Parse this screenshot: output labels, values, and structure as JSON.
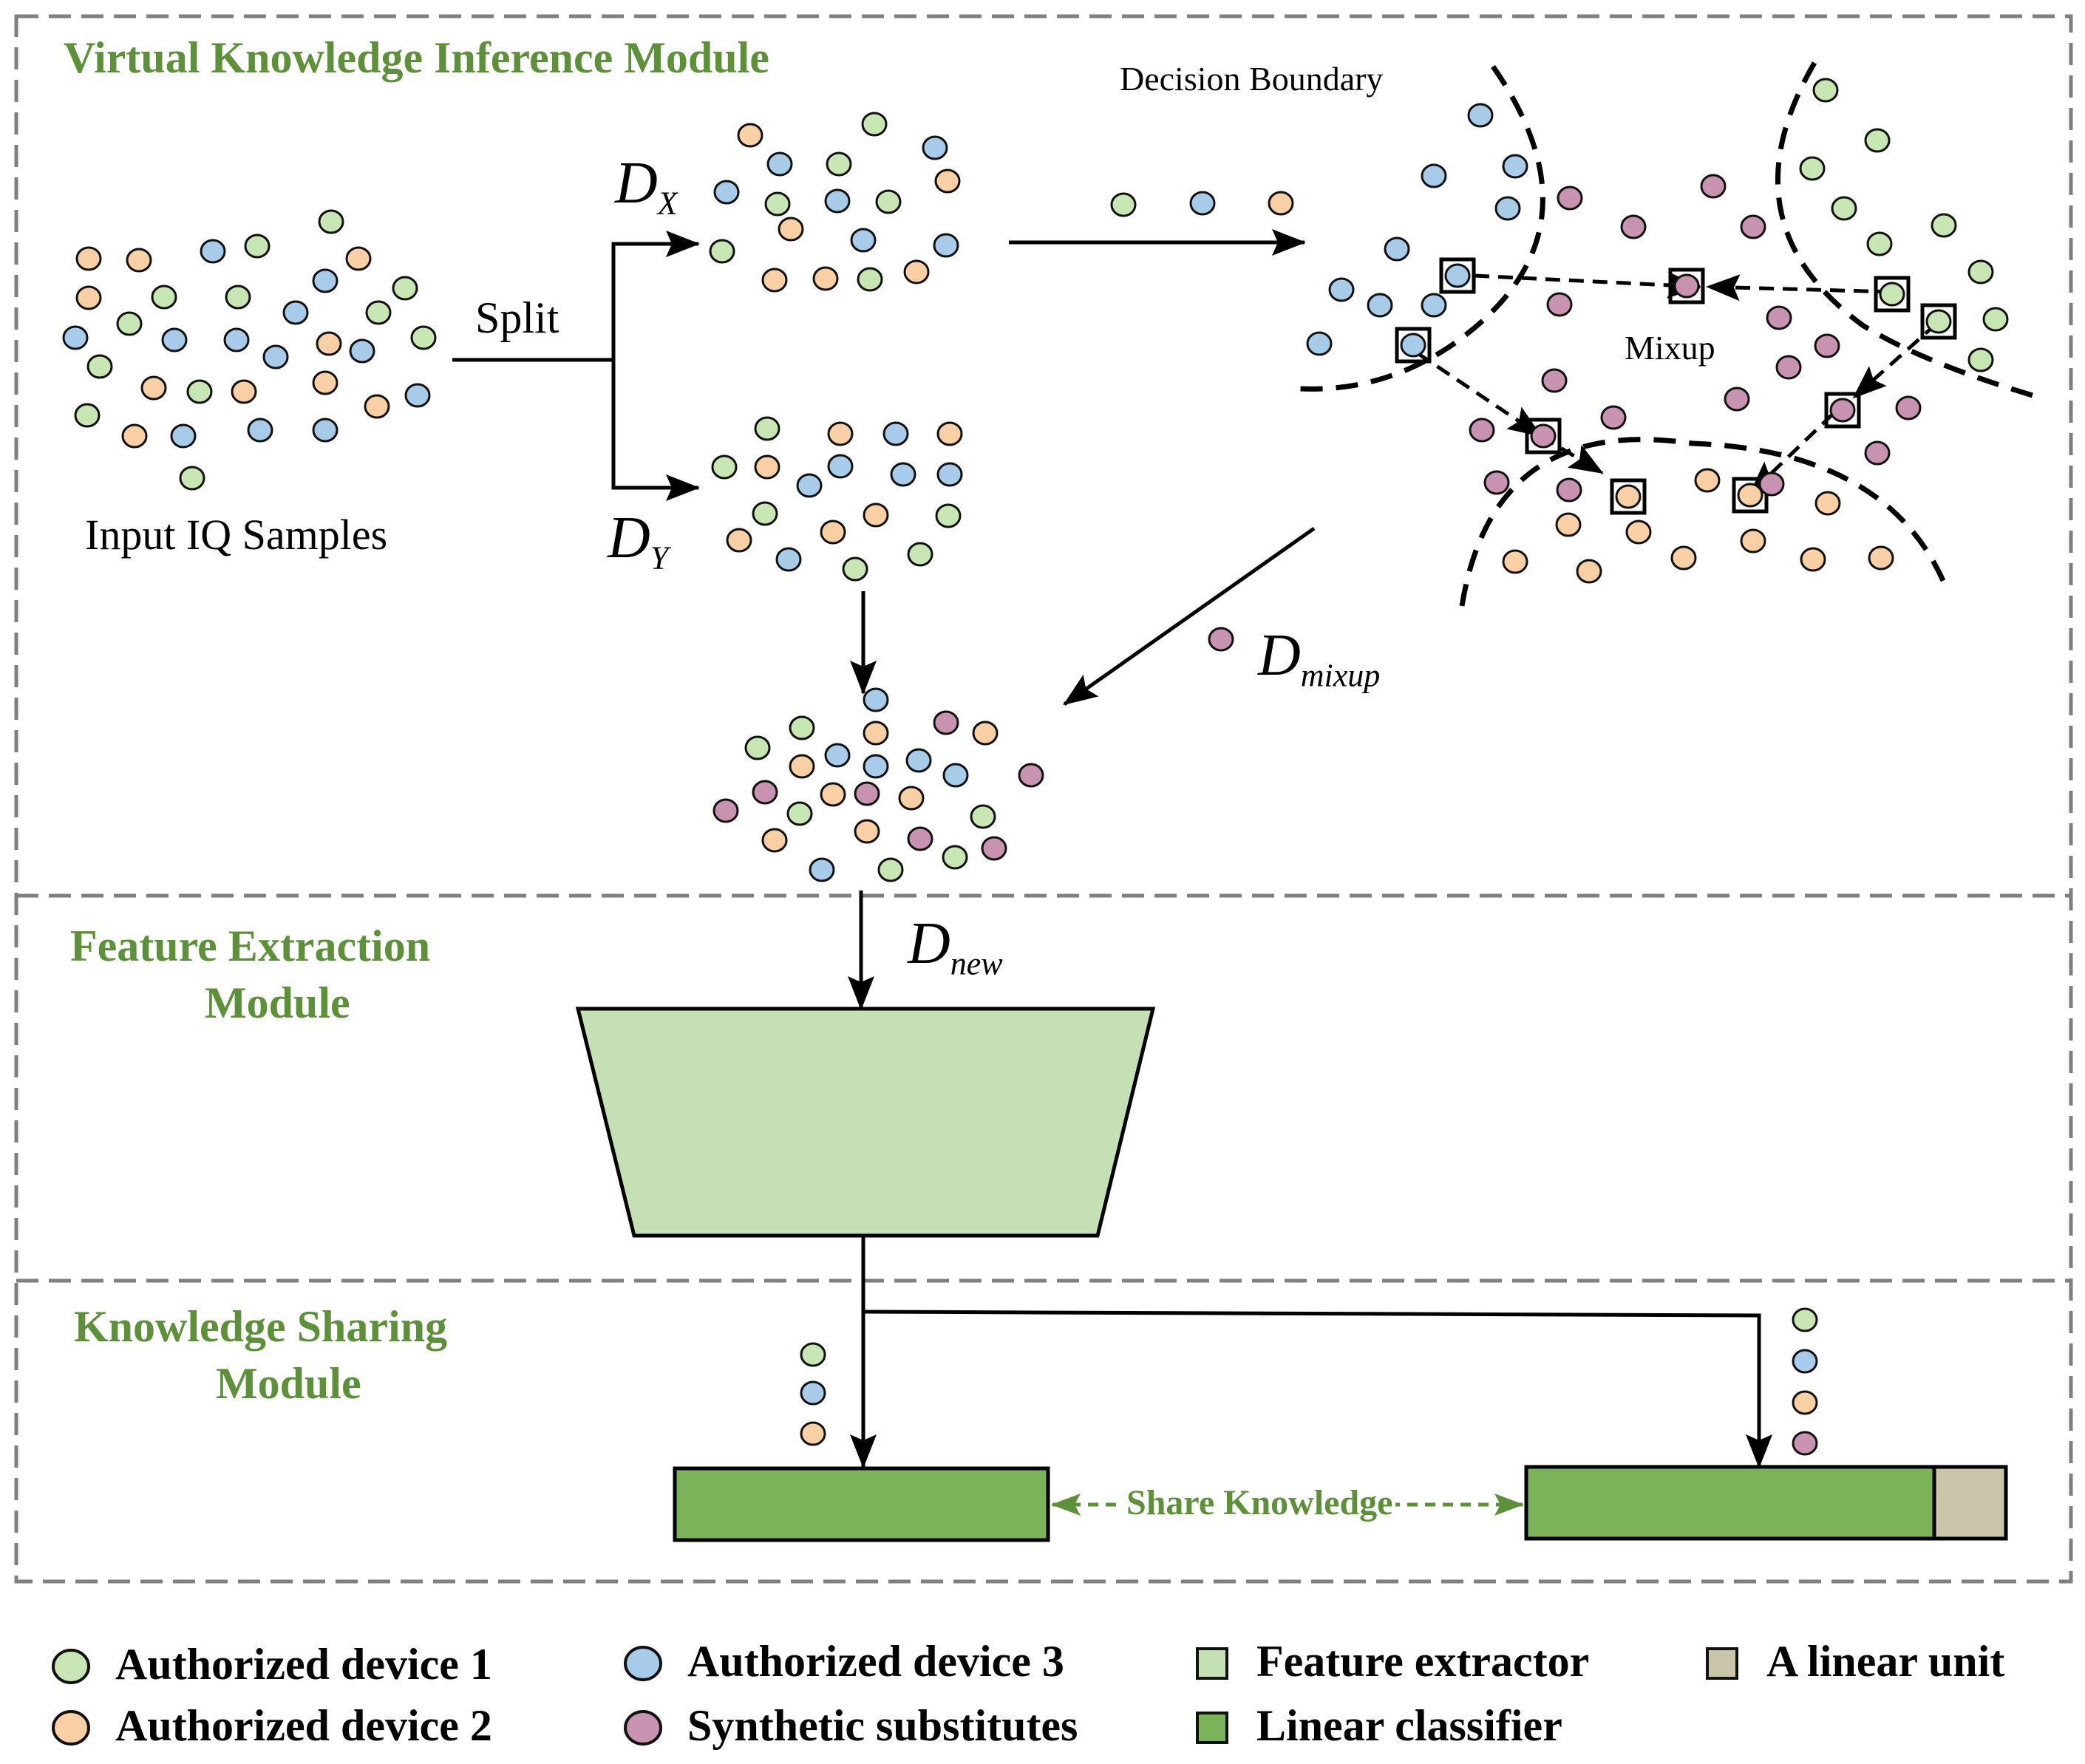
{
  "colors": {
    "device1": "#c8e6b4",
    "device2": "#f9cfa6",
    "device3": "#a9cbea",
    "synthetic": "#c793b1",
    "feature_extractor": "#c5e0b4",
    "linear_classifier": "#7bb35a",
    "linear_unit": "#c8c5a8",
    "section_title": "#5e8f3a",
    "border": "#7f7f7f"
  },
  "sections": {
    "vkim_title": "Virtual Knowledge Inference Module",
    "fem_title_line1": "Feature Extraction",
    "fem_title_line2": "Module",
    "ksm_title_line1": "Knowledge Sharing",
    "ksm_title_line2": "Module"
  },
  "labels": {
    "input_samples": "Input IQ Samples",
    "split": "Split",
    "decision_boundary": "Decision Boundary",
    "mixup": "Mixup",
    "share_knowledge": "Share Knowledge",
    "dx_base": "D",
    "dx_sub": "X",
    "dy_base": "D",
    "dy_sub": "Y",
    "dmixup_base": "D",
    "dmixup_sub": "mixup",
    "dnew_base": "D",
    "dnew_sub": "new"
  },
  "legend": [
    {
      "label": "Authorized device 1",
      "marker": "circle",
      "color_key": "device1"
    },
    {
      "label": "Authorized device 3",
      "marker": "circle",
      "color_key": "device3"
    },
    {
      "label": "Feature extractor",
      "marker": "square",
      "color_key": "feature_extractor"
    },
    {
      "label": "A linear unit",
      "marker": "square",
      "color_key": "linear_unit"
    },
    {
      "label": "Authorized device 2",
      "marker": "circle",
      "color_key": "device2"
    },
    {
      "label": "Synthetic substitutes",
      "marker": "circle",
      "color_key": "synthetic"
    },
    {
      "label": "Linear classifier",
      "marker": "square",
      "color_key": "linear_classifier"
    }
  ]
}
